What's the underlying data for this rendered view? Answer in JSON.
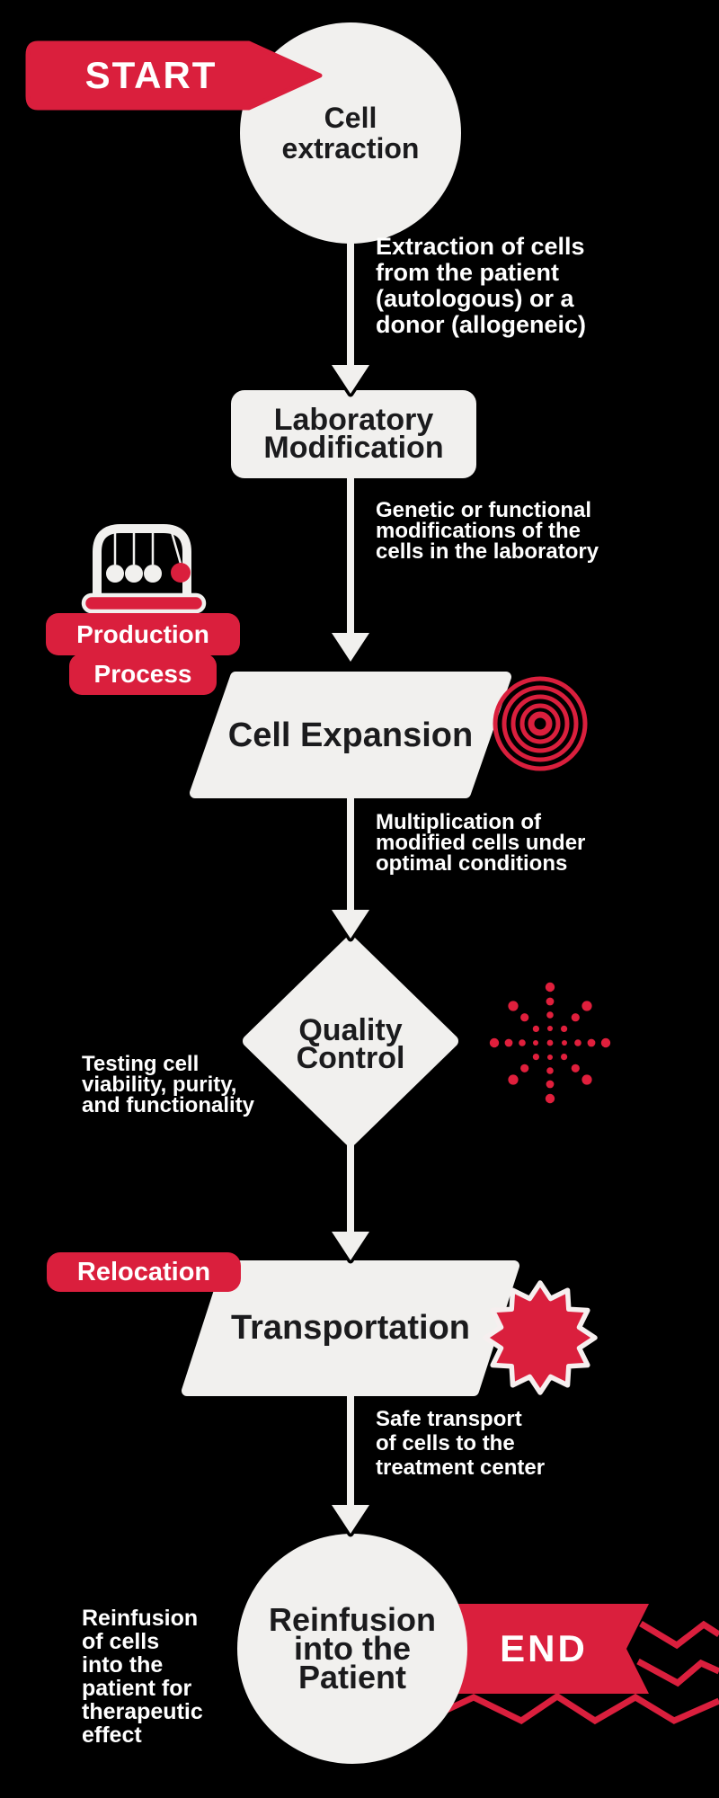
{
  "colors": {
    "background": "#000000",
    "shape_fill": "#F1F0EE",
    "accent_red": "#DA1F3D",
    "heading_text": "#1B1B1D",
    "description_text": "#FFFFFF"
  },
  "start_label": "START",
  "end_label": "END",
  "stage_labels": {
    "production_process": [
      "Production",
      "Process"
    ],
    "relocation": "Relocation"
  },
  "nodes": {
    "extraction": {
      "shape": "circle",
      "title": [
        "Cell",
        "extraction"
      ],
      "description": [
        "Extraction of cells",
        "from the patient",
        "(autologous) or a",
        "donor (allogeneic)"
      ]
    },
    "laboratory": {
      "shape": "rounded-rectangle",
      "title": [
        "Laboratory",
        "Modification"
      ],
      "description": [
        "Genetic or functional",
        "modifications of the",
        "cells in the laboratory"
      ]
    },
    "expansion": {
      "shape": "parallelogram",
      "title": [
        "Cell Expansion"
      ],
      "description": [
        "Multiplication of",
        "modified cells under",
        "optimal conditions"
      ],
      "icon": "concentric-circles-icon"
    },
    "quality": {
      "shape": "diamond",
      "title": [
        "Quality",
        "Control"
      ],
      "description": [
        "Testing cell",
        "viability, purity,",
        "and functionality"
      ],
      "icon": "dot-starburst-icon"
    },
    "transportation": {
      "shape": "parallelogram",
      "title": [
        "Transportation"
      ],
      "description": [
        "Safe transport",
        "of cells to the",
        "treatment center"
      ],
      "icon": "burst-badge-icon"
    },
    "reinfusion": {
      "shape": "circle",
      "title": [
        "Reinfusion",
        "into the",
        "Patient"
      ],
      "description": [
        "Reinfusion",
        "of cells",
        "into the",
        "patient for",
        "therapeutic",
        "effect"
      ]
    }
  },
  "icons": {
    "production_process": "newtons-cradle-icon"
  }
}
